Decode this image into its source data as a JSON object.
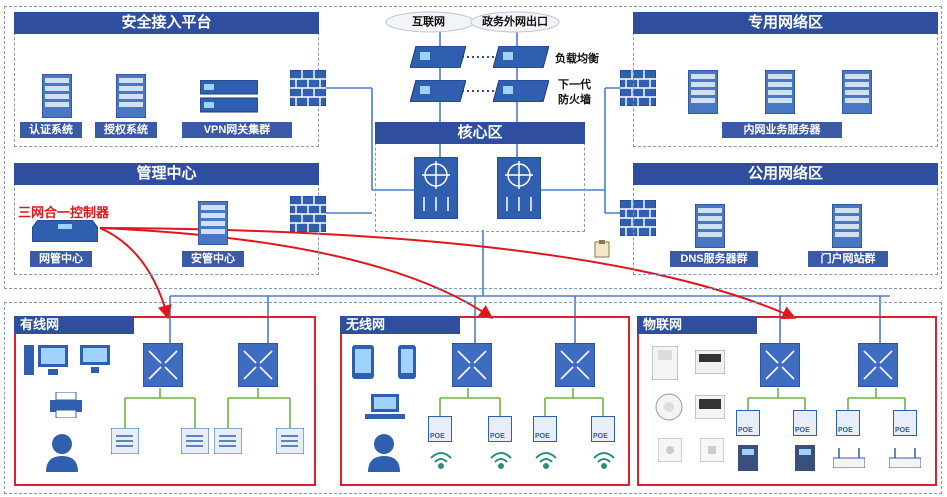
{
  "zones": {
    "secure_access": {
      "title": "安全接入平台",
      "items": [
        "认证系统",
        "授权系统",
        "VPN网关集群"
      ]
    },
    "management": {
      "title": "管理中心",
      "controller": "三网合一控制器",
      "items": [
        "网管中心",
        "安管中心"
      ]
    },
    "internet": {
      "labels": [
        "互联网",
        "政务外网出口"
      ],
      "load_balance": "负载均衡",
      "ngfw_line1": "下一代",
      "ngfw_line2": "防火墙"
    },
    "core": {
      "title": "核心区"
    },
    "private_net": {
      "title": "专用网络区",
      "items": [
        "内网业务服务器"
      ]
    },
    "public_net": {
      "title": "公用网络区",
      "items": [
        "DNS服务器群",
        "门户网站群"
      ]
    },
    "wired": {
      "title": "有线网"
    },
    "wireless": {
      "title": "无线网"
    },
    "iot": {
      "title": "物联网"
    },
    "poe_label": "POE"
  },
  "colors": {
    "accent": "#2f4f9e",
    "red": "#d8232a",
    "green": "#6db33f",
    "line": "#4a7fc8"
  }
}
